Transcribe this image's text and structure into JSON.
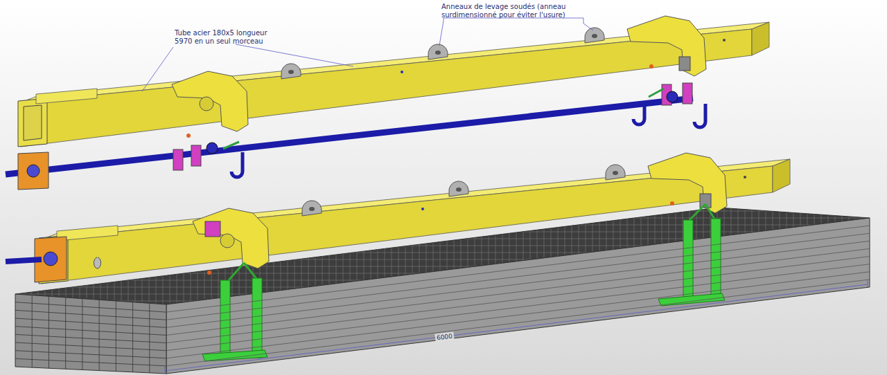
{
  "diagram": {
    "labels": [
      "Tube acier 180x5 longueur 5970 en un seul morceau",
      "Anneaux de levage soudés (anneau surdimensionné pour éviter l'usure)",
      "6000"
    ]
  }
}
